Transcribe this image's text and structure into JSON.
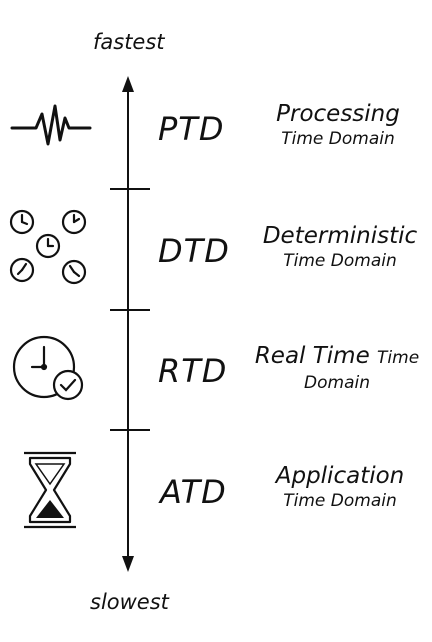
{
  "axis": {
    "top_label": "fastest",
    "bottom_label": "slowest"
  },
  "levels": [
    {
      "abbr": "PTD",
      "line1": "Processing",
      "line2": "Time Domain",
      "icon": "waveform-icon"
    },
    {
      "abbr": "DTD",
      "line1": "Deterministic",
      "line2": "Time Domain",
      "icon": "multiple-clocks-icon"
    },
    {
      "abbr": "RTD",
      "line1": "Real Time",
      "line1_suffix": "Time",
      "line2": "Domain",
      "icon": "clock-check-icon"
    },
    {
      "abbr": "ATD",
      "line1": "Application",
      "line2": "Time Domain",
      "icon": "hourglass-icon"
    }
  ]
}
